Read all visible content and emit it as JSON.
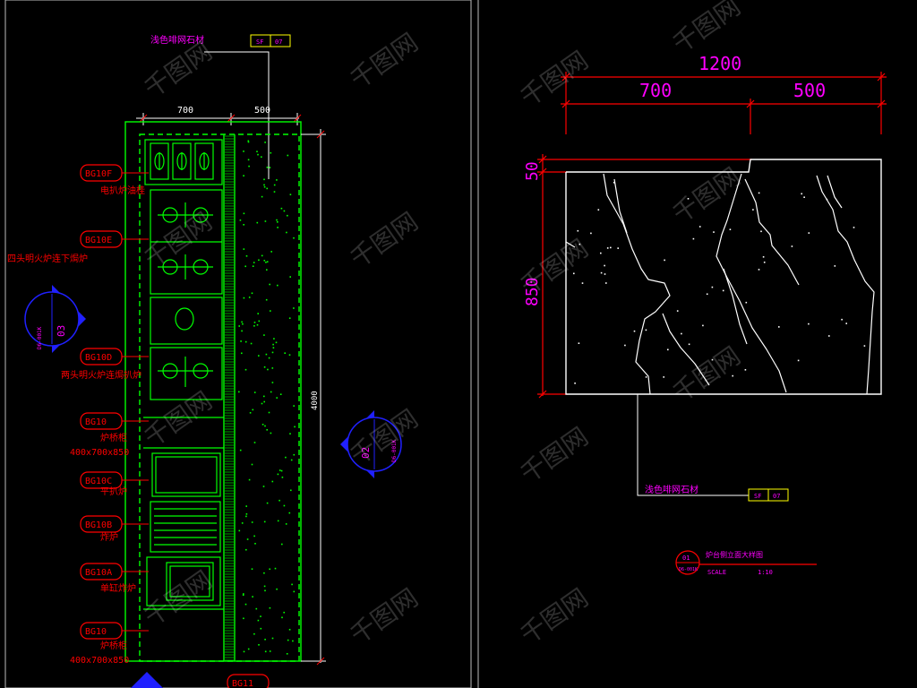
{
  "left_plan": {
    "material_label": "浅色啡网石材",
    "material_tag": [
      "SF",
      "07"
    ],
    "dim_top": [
      "700",
      "500"
    ],
    "dim_length": "4000",
    "section_ref_left": {
      "number": "03",
      "sheet": "D6-001K"
    },
    "section_ref_right": {
      "number": "02",
      "sheet": "D6-001K"
    },
    "equipment": [
      {
        "code": "BG10F",
        "name": "电扒炉油桂"
      },
      {
        "code": "BG10E",
        "name": "四头明火炉连下焗炉"
      },
      {
        "code": "BG10D",
        "name": "两头明火炉连焗扒炉"
      },
      {
        "code": "BG10",
        "name": "炉桥柜",
        "size": "400x700x850"
      },
      {
        "code": "BG10C",
        "name": "平扒炉"
      },
      {
        "code": "BG10B",
        "name": "炸炉"
      },
      {
        "code": "BG10A",
        "name": "单缸炸炉"
      },
      {
        "code": "BG10",
        "name": "炉桥柜",
        "size": "400x700x850"
      },
      {
        "code": "BG11",
        "name": ""
      }
    ]
  },
  "right_detail": {
    "dim_total": "1200",
    "dim_parts": [
      "700",
      "500"
    ],
    "dim_height": "850",
    "dim_step": "50",
    "material_label": "浅色啡网石材",
    "material_tag": [
      "SF",
      "07"
    ],
    "title": {
      "number": "01",
      "sheet": "D6-001K",
      "name": "炉台侧立面大样图",
      "scale_label": "SCALE",
      "scale_value": "1:10"
    }
  },
  "watermark": "千图网",
  "colors": {
    "background": "#000000",
    "cad_green": "#00ff00",
    "cad_red": "#ff0000",
    "cad_magenta": "#ff00ff",
    "cad_blue": "#2020ff",
    "cad_white": "#ffffff",
    "cad_yellow": "#ffff00"
  }
}
